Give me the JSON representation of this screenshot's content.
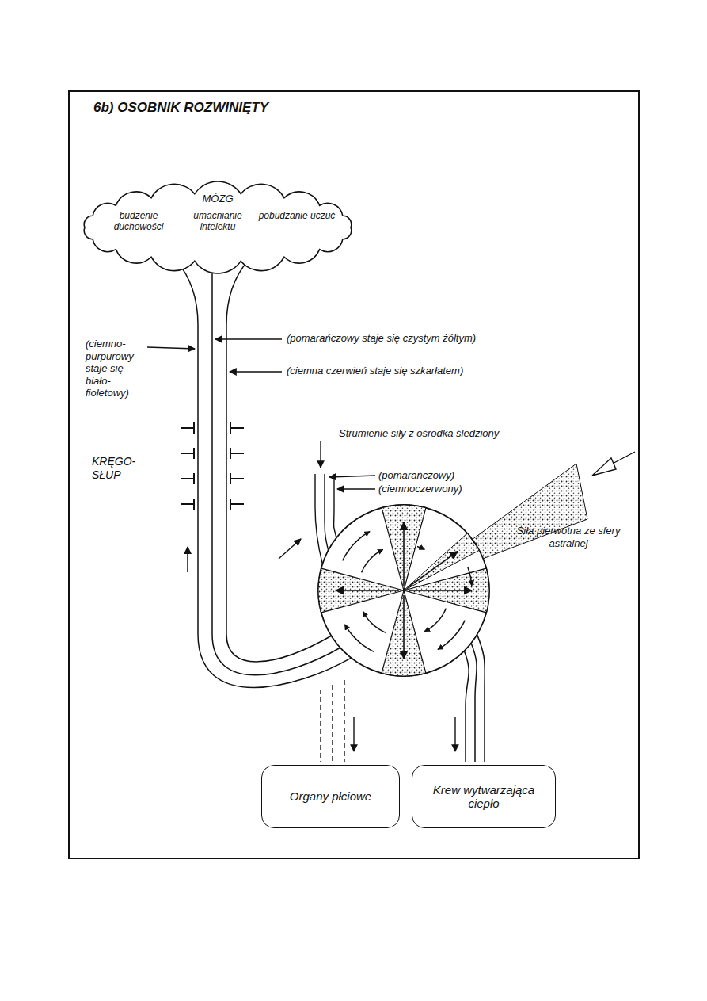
{
  "diagram": {
    "title": "6b) OSOBNIK ROZWINIĘTY",
    "nodes": [
      {
        "text": [
          "MÓZG",
          "budzenie duchowości",
          "umacnianie intelektu",
          "pobudzanie uczuć"
        ]
      },
      {
        "text": [
          "Organy płciowe"
        ]
      },
      {
        "text": [
          "Krew wytwarzająca ciepło"
        ]
      }
    ],
    "labels": [
      "(ciemno-purpurowy staje się biało-fioletowy)",
      "(pomarańczowy staje się czystym żółtym)",
      "(ciemna czerwień staje się szkarłatem)",
      "KRĘGO-SŁUP",
      "Strumienie siły z ośrodka śledziony",
      "(pomarańczowy)",
      "(ciemnoczerwony)",
      "Siła pierwotna ze sfery astralnej"
    ]
  }
}
